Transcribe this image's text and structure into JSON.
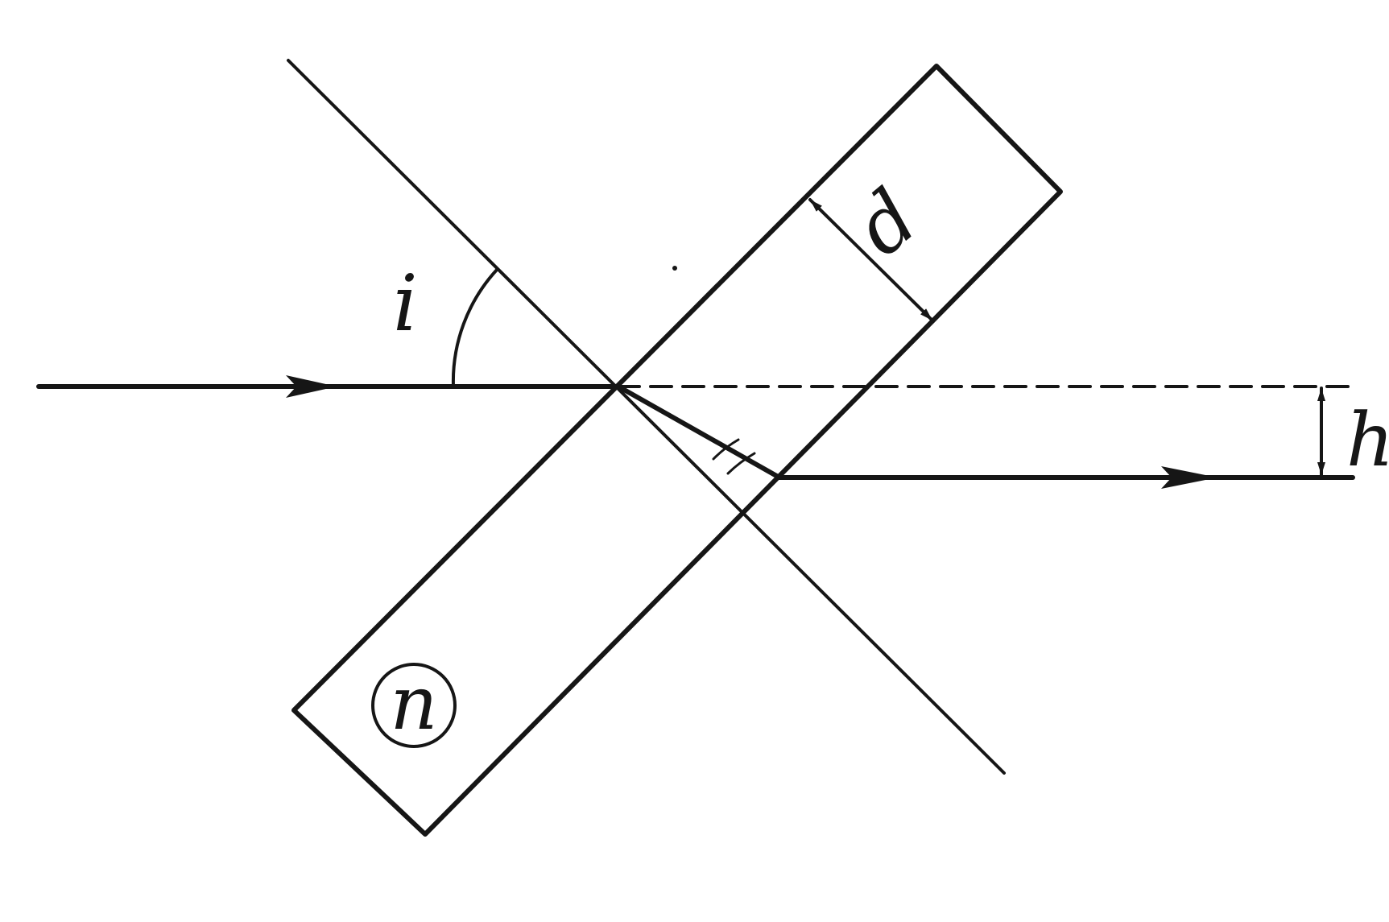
{
  "diagram": {
    "labels": {
      "incidence_angle": "i",
      "thickness": "d",
      "shift": "h",
      "refractive_index": "n"
    },
    "colors": {
      "ink": "#161616",
      "background": "#ffffff"
    }
  }
}
